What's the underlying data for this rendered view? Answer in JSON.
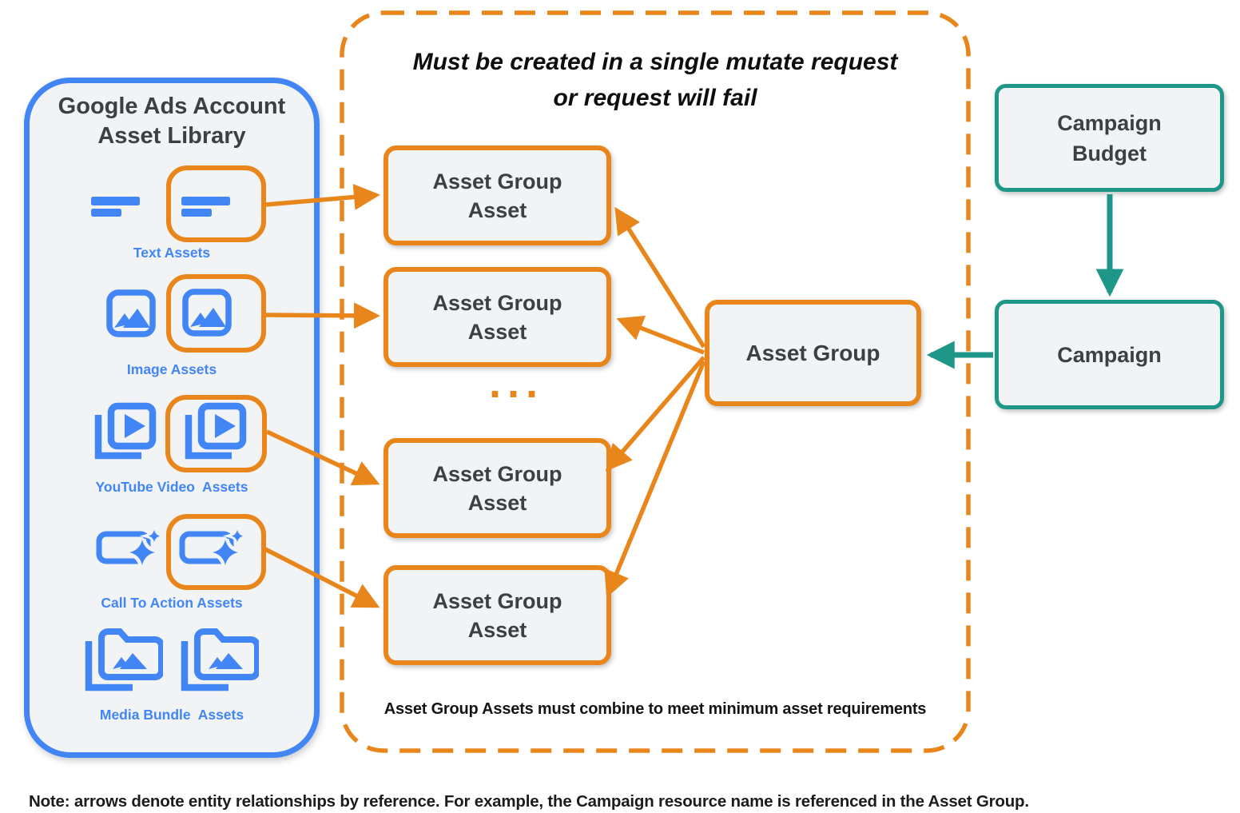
{
  "colors": {
    "orange": "#E8861C",
    "blue": "#4285F4",
    "teal": "#1F9788",
    "box_fill": "#F1F3F4",
    "dark_text": "#3C4043"
  },
  "asset_library": {
    "title_line1": "Google Ads Account",
    "title_line2": "Asset Library",
    "categories": [
      {
        "label": "Text Assets"
      },
      {
        "label": "Image Assets"
      },
      {
        "label": "YouTube Video  Assets"
      },
      {
        "label": "Call To Action Assets"
      },
      {
        "label": "Media Bundle  Assets"
      }
    ]
  },
  "mutate_panel": {
    "title_line1": "Must be created in a single mutate request",
    "title_line2": "or request will fail",
    "boxes": [
      {
        "line1": "Asset Group",
        "line2": "Asset"
      },
      {
        "line1": "Asset Group",
        "line2": "Asset"
      },
      {
        "line1": "Asset Group",
        "line2": "Asset"
      },
      {
        "line1": "Asset Group",
        "line2": "Asset"
      }
    ],
    "ellipsis": "...",
    "footnote": "Asset Group Assets must combine to meet minimum asset requirements"
  },
  "asset_group": {
    "label": "Asset Group"
  },
  "campaign_budget": {
    "label_line1": "Campaign",
    "label_line2": "Budget"
  },
  "campaign": {
    "label": "Campaign"
  },
  "note": "Note: arrows denote entity relationships by reference. For example, the Campaign resource name is referenced in the Asset Group."
}
